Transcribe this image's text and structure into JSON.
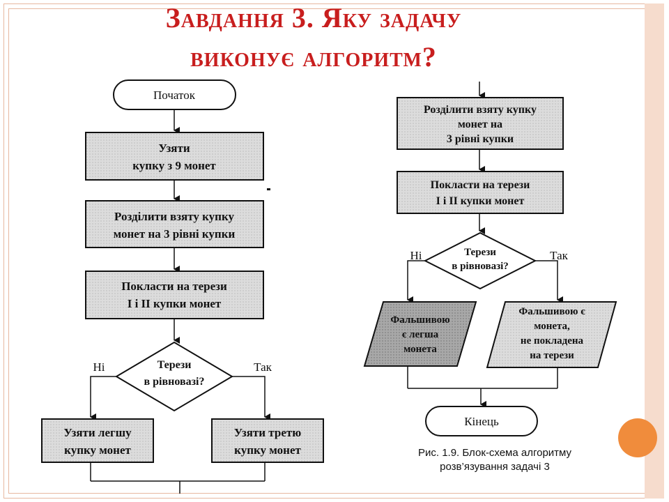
{
  "slide": {
    "title_line1": "Завдання 3. Яку задачу",
    "title_line2": "виконує алгоритм?"
  },
  "flowchart_left": {
    "start": "Початок",
    "take_pile": [
      "Узяти",
      "купку з 9 монет"
    ],
    "split_pile": [
      "Розділити взяту купку",
      "монет на 3 рівні купки"
    ],
    "weigh": [
      "Покласти на терези",
      "I і II купки монет"
    ],
    "decision": [
      "Терези",
      "в рівновазі?"
    ],
    "branch_no": "Ні",
    "branch_yes": "Так",
    "take_lighter": [
      "Узяти легшу",
      "купку монет"
    ],
    "take_third": [
      "Узяти третю",
      "купку монет"
    ]
  },
  "flowchart_right": {
    "split_pile": [
      "Розділити взяту купку",
      "монет на",
      "3 рівні купки"
    ],
    "weigh": [
      "Покласти на терези",
      "I і II купки монет"
    ],
    "decision": [
      "Терези",
      "в рівновазі?"
    ],
    "branch_no": "Ні",
    "branch_yes": "Так",
    "output_no": [
      "Фальшивою",
      "є легша",
      "монета"
    ],
    "output_yes": [
      "Фальшивою є",
      "монета,",
      "не покладена",
      "на терези"
    ],
    "end": "Кінець"
  },
  "caption": {
    "line1": "Рис. 1.9. Блок-схема алгоритму",
    "line2": "розв’язування задачі 3"
  }
}
